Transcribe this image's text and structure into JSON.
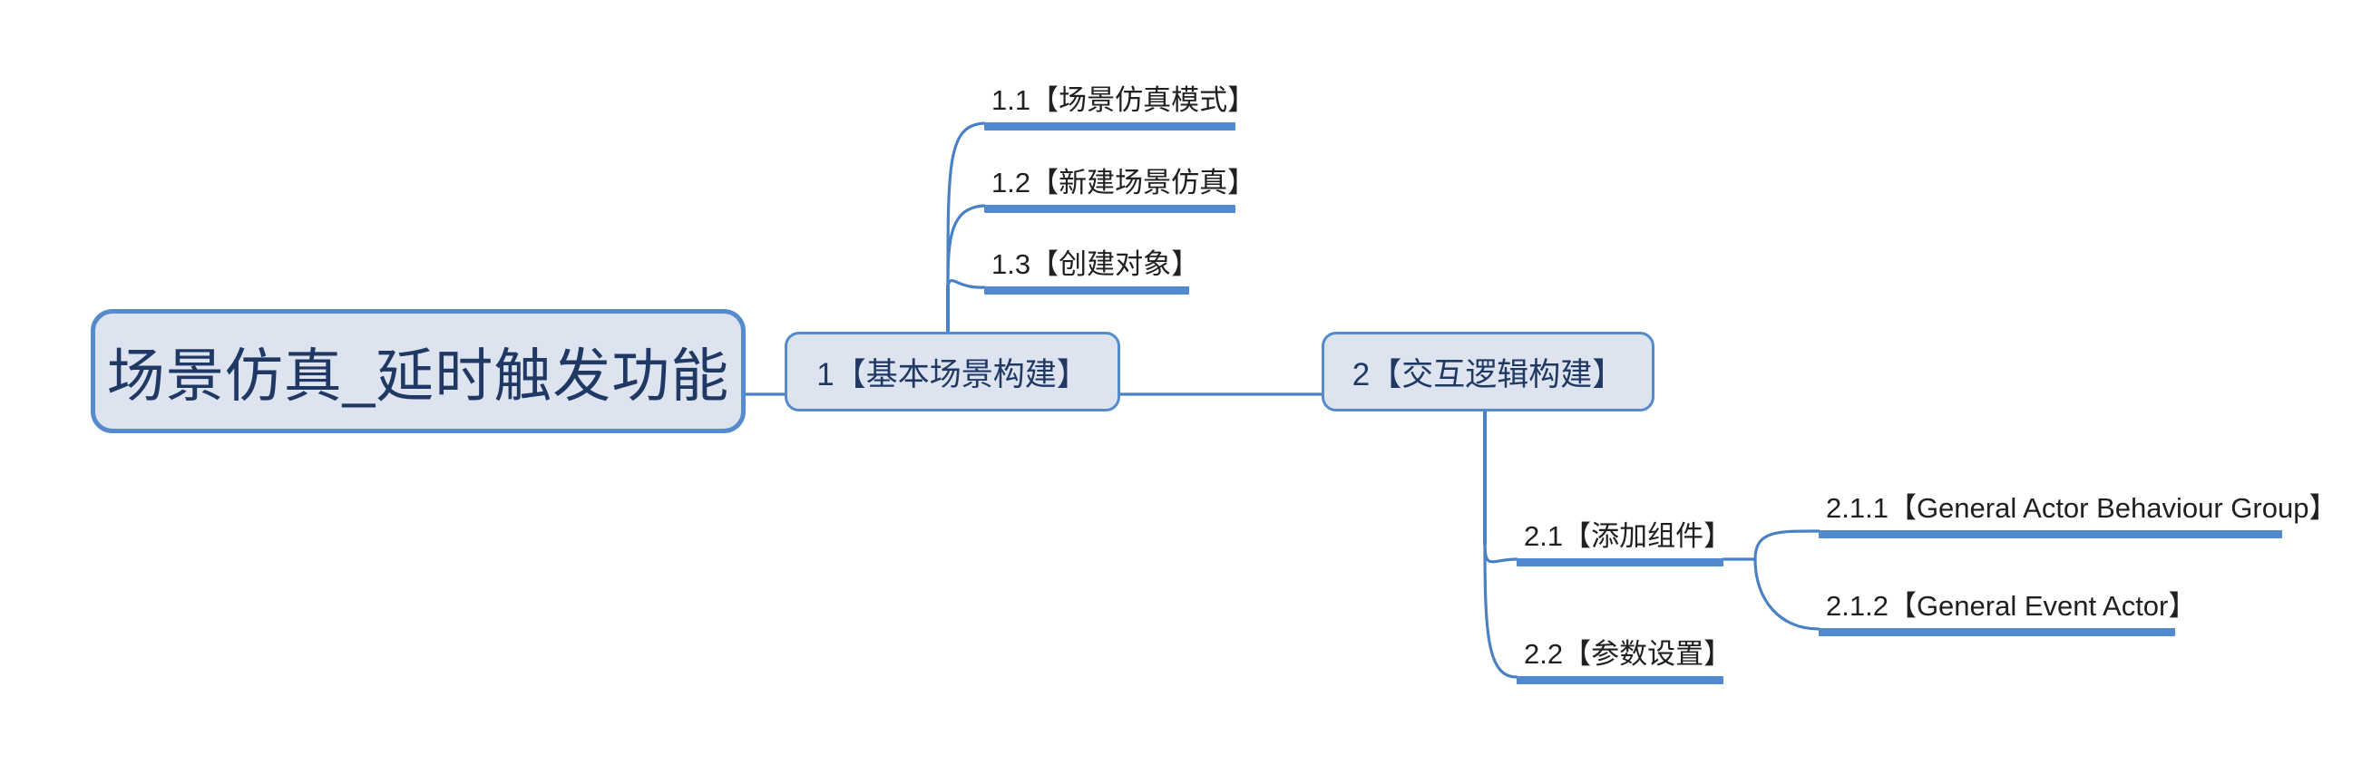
{
  "diagram": {
    "type": "mindmap",
    "title": "场景仿真_延时触发功能",
    "colors": {
      "node_fill": "#DDE4F0",
      "node_border": "#558ACB",
      "node_text": "#1F3864",
      "leaf_rule": "#5289CE",
      "leaf_text": "#202020",
      "edge": "#4A81C4",
      "background": "#FFFFFF"
    },
    "root": {
      "label": "场景仿真_延时触发功能"
    },
    "branches": [
      {
        "id": "1",
        "label": "1【基本场景构建】",
        "children": [
          {
            "id": "1.1",
            "label": "1.1【场景仿真模式】"
          },
          {
            "id": "1.2",
            "label": "1.2【新建场景仿真】"
          },
          {
            "id": "1.3",
            "label": "1.3【创建对象】"
          }
        ]
      },
      {
        "id": "2",
        "label": "2【交互逻辑构建】",
        "children": [
          {
            "id": "2.1",
            "label": "2.1【添加组件】",
            "children": [
              {
                "id": "2.1.1",
                "label": "2.1.1【General Actor Behaviour Group】"
              },
              {
                "id": "2.1.2",
                "label": "2.1.2【General Event Actor】"
              }
            ]
          },
          {
            "id": "2.2",
            "label": "2.2【参数设置】"
          }
        ]
      }
    ]
  }
}
